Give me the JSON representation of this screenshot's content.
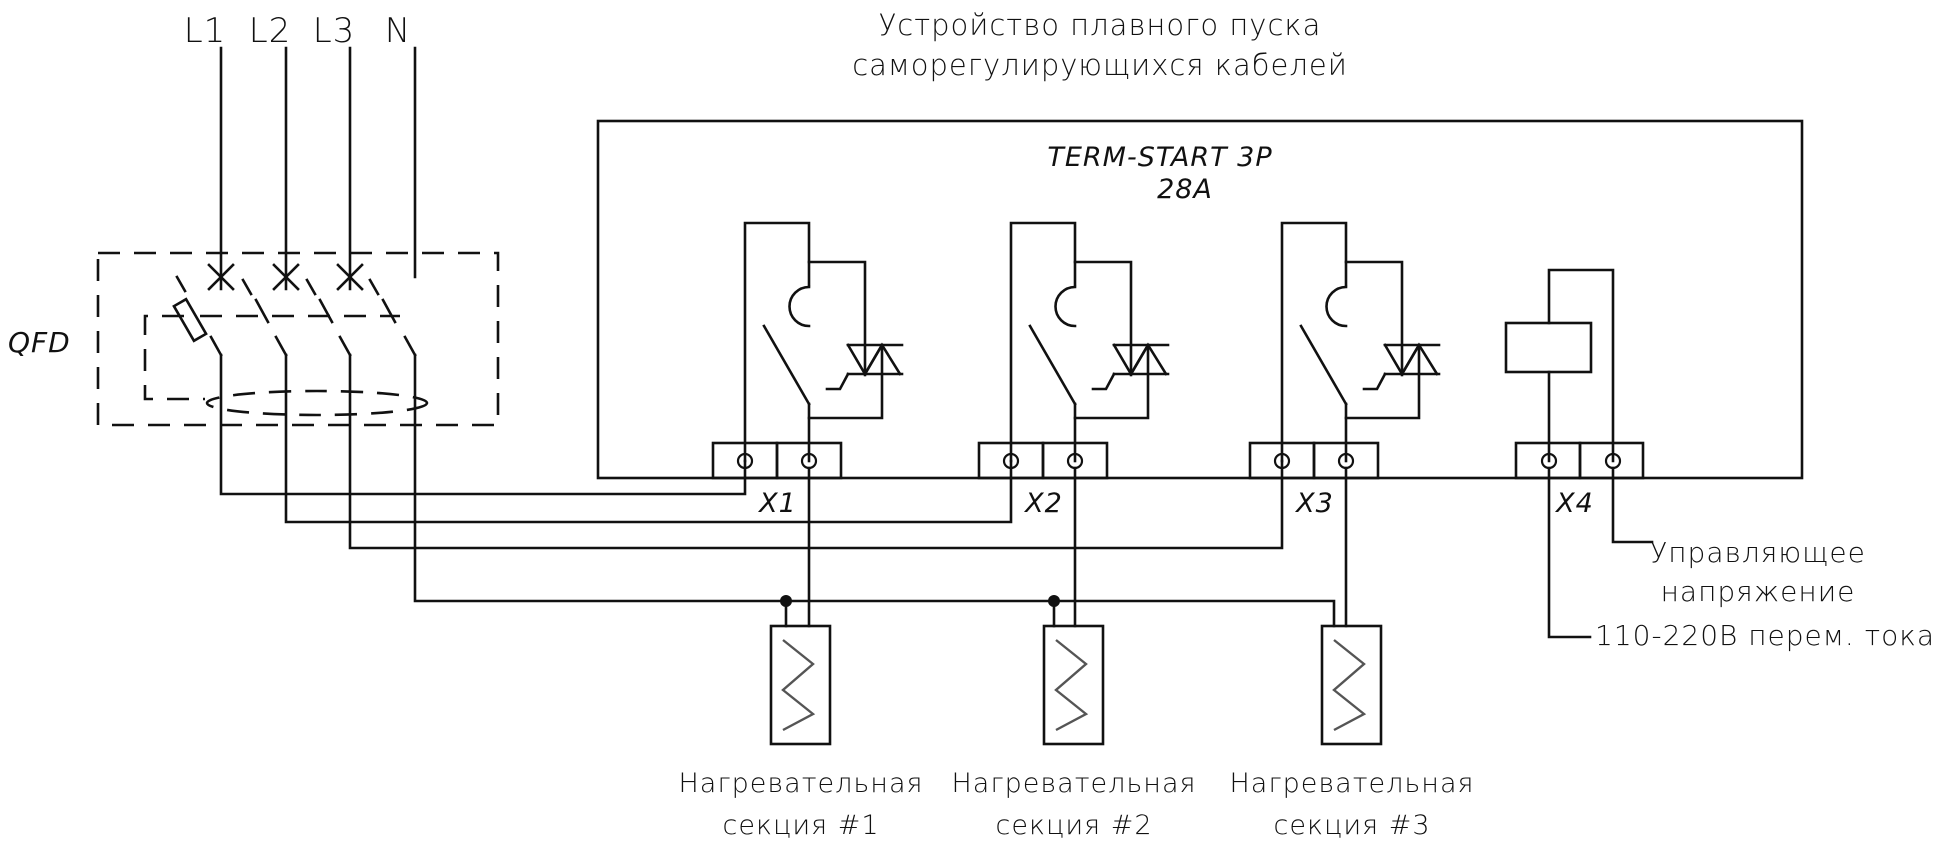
{
  "diagram": {
    "title_line1": "Устройство плавного пуска",
    "title_line2": "саморегулирующихся кабелей",
    "device": {
      "model": "TERM-START  3P",
      "current": "28A"
    },
    "supply_lines": [
      "L1",
      "L2",
      "L3",
      "N"
    ],
    "breaker_label": "QFD",
    "terminals": [
      "X1",
      "X2",
      "X3",
      "X4"
    ],
    "control_voltage": {
      "line1": "Управляющее",
      "line2": "напряжение",
      "line3": "110-220В перем. тока"
    },
    "heaters": [
      {
        "line1": "Нагревательная",
        "line2": "секция #1"
      },
      {
        "line1": "Нагревательная",
        "line2": "секция #2"
      },
      {
        "line1": "Нагревательная",
        "line2": "секция #3"
      }
    ],
    "colors": {
      "line": "#111111",
      "heater_zigzag": "#555555",
      "background": "#ffffff"
    }
  }
}
